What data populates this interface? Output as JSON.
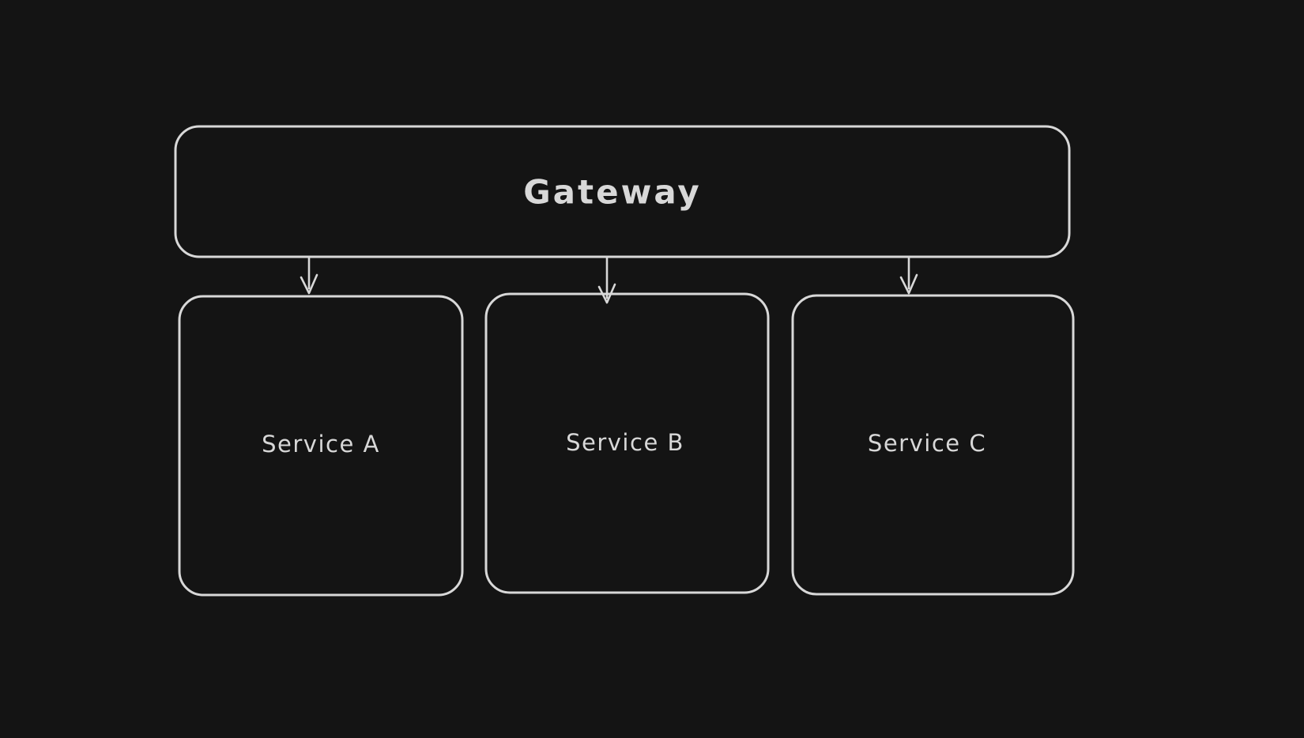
{
  "colors": {
    "background": "#141414",
    "stroke": "#d8d8d8",
    "text": "#d8d8d8"
  },
  "nodes": {
    "gateway": {
      "label": "Gateway"
    },
    "service_a": {
      "label": "Service A"
    },
    "service_b": {
      "label": "Service B"
    },
    "service_c": {
      "label": "Service C"
    }
  },
  "edges": [
    {
      "from": "gateway",
      "to": "service_a"
    },
    {
      "from": "gateway",
      "to": "service_b"
    },
    {
      "from": "gateway",
      "to": "service_c"
    }
  ]
}
